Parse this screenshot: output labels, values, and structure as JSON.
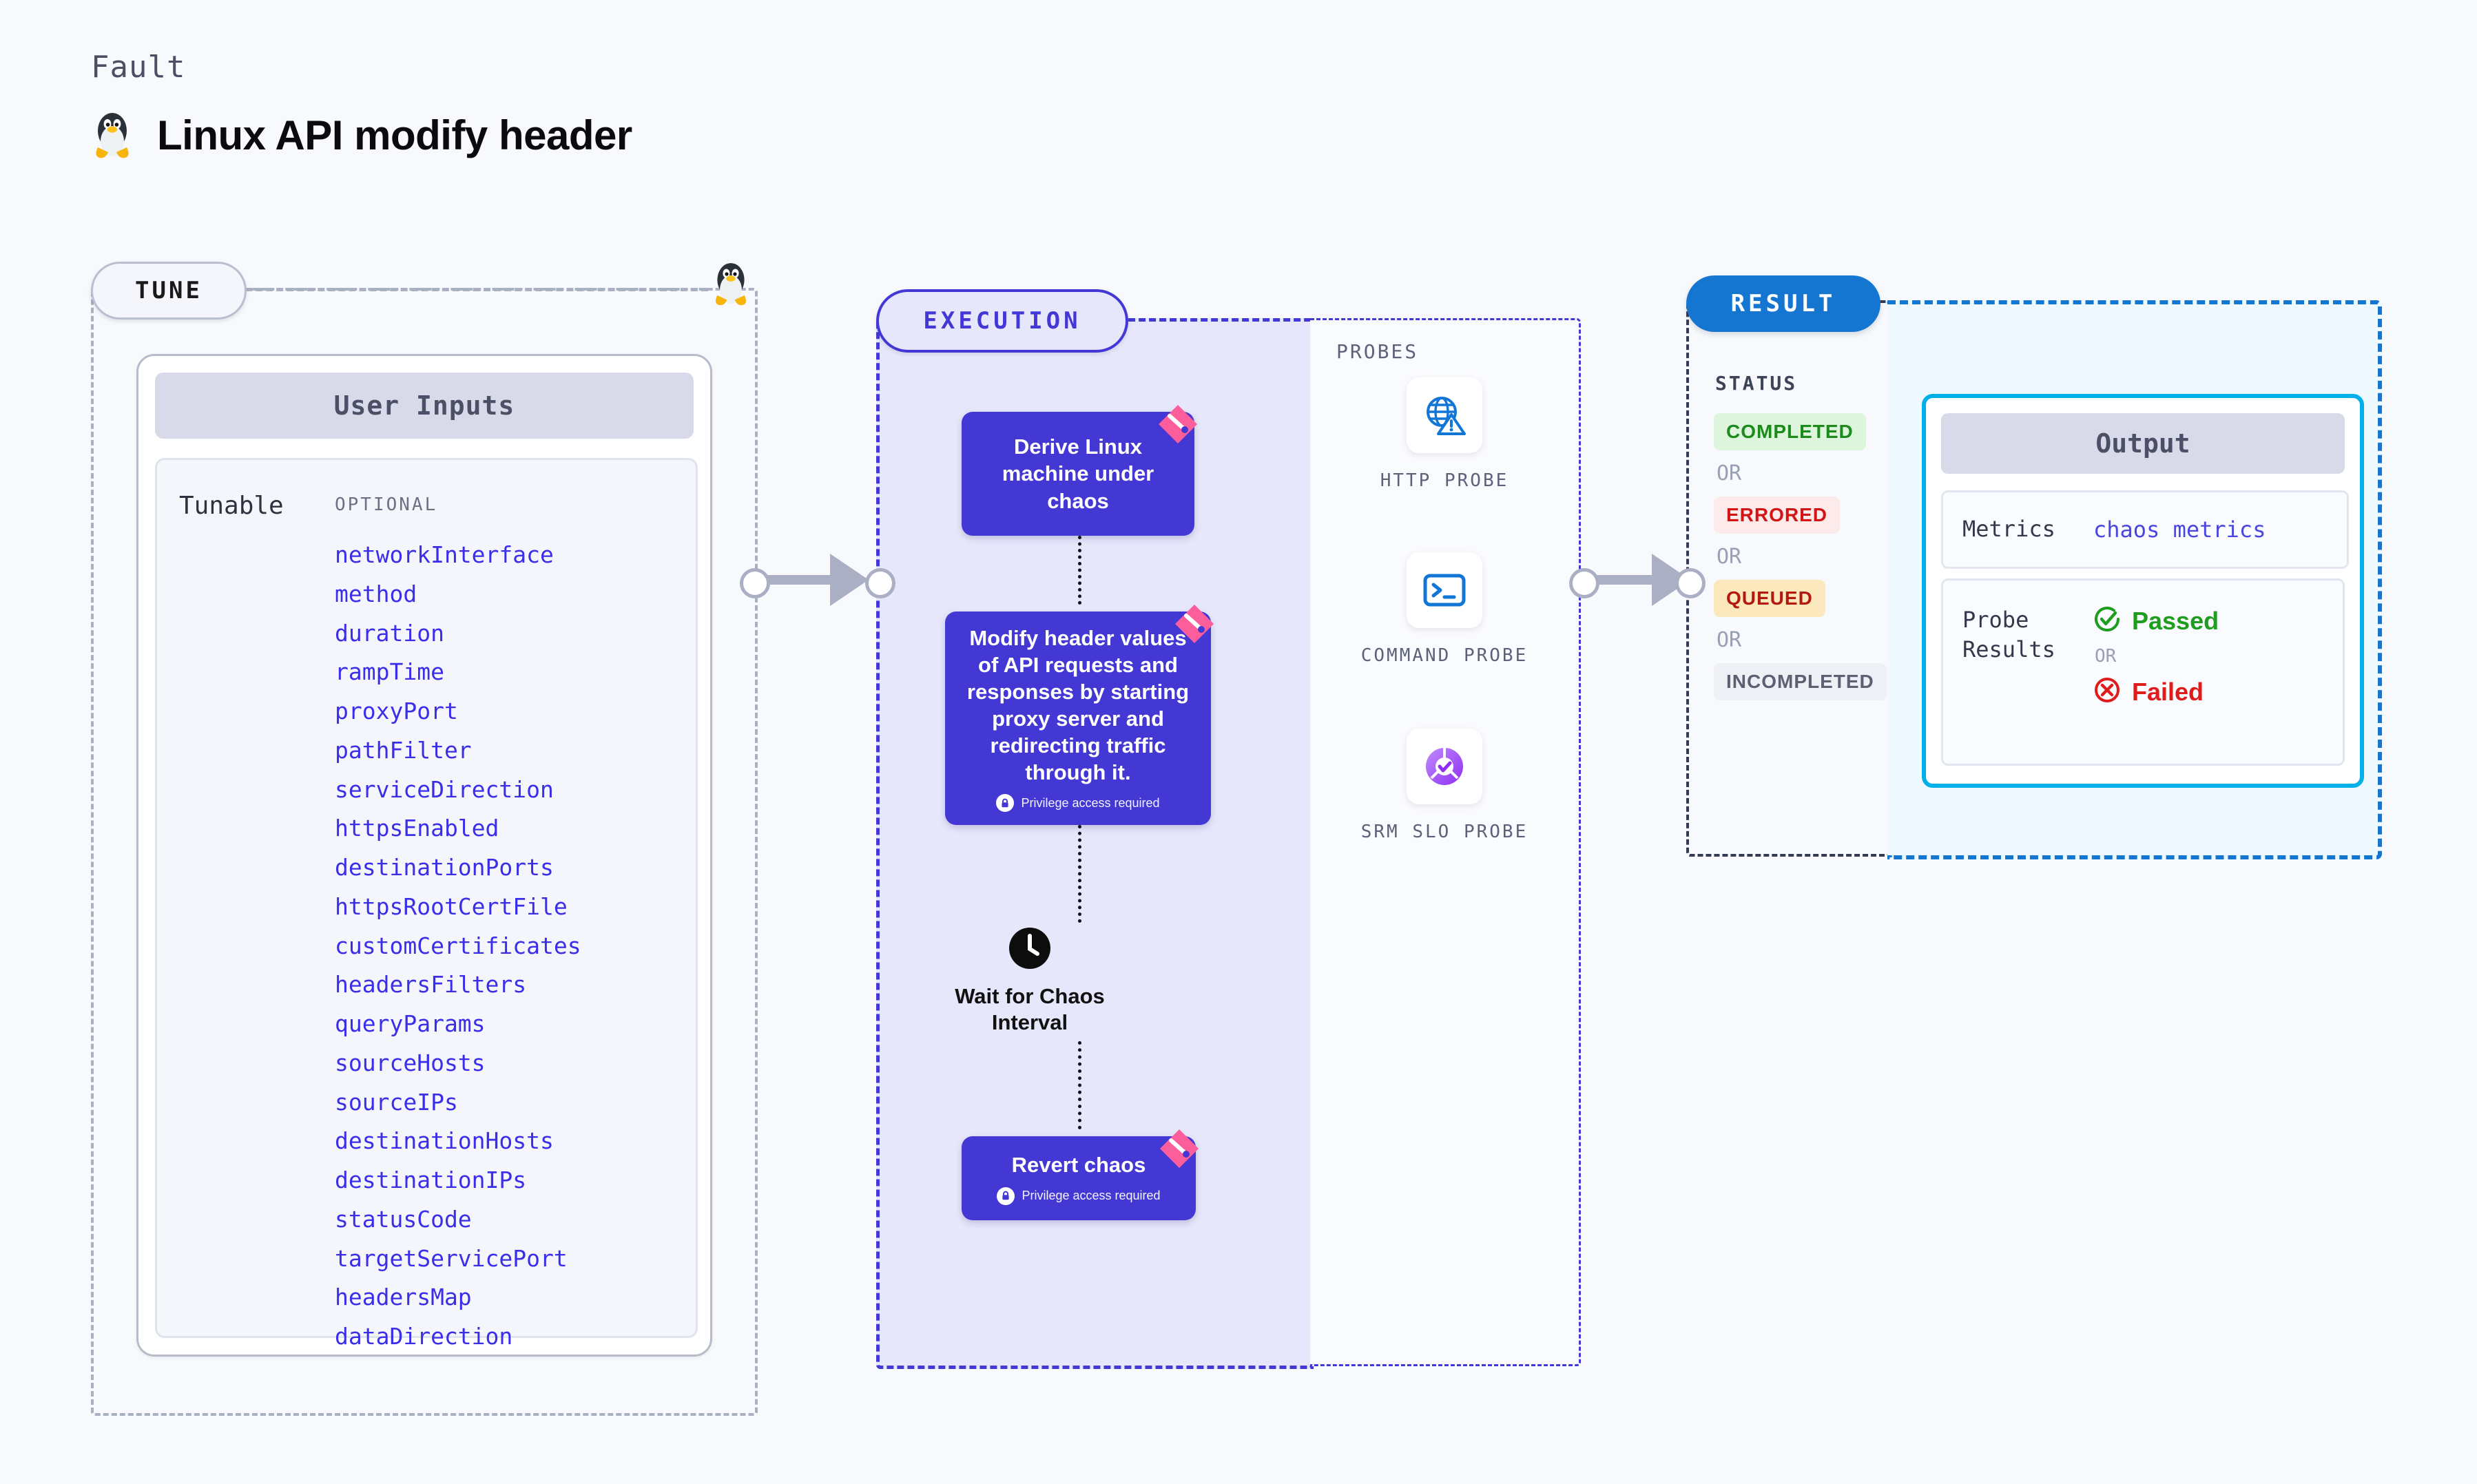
{
  "header": {
    "kicker": "Fault",
    "title": "Linux API modify header",
    "os_icon": "linux-penguin-icon"
  },
  "tune": {
    "pill_label": "TUNE",
    "card_title": "User Inputs",
    "tunable_label": "Tunable",
    "optional_label": "OPTIONAL",
    "parameters": [
      "networkInterface",
      "method",
      "duration",
      "rampTime",
      "proxyPort",
      "pathFilter",
      "serviceDirection",
      "httpsEnabled",
      "destinationPorts",
      "httpsRootCertFile",
      "customCertificates",
      "headersFilters",
      "queryParams",
      "sourceHosts",
      "sourceIPs",
      "destinationHosts",
      "destinationIPs",
      "statusCode",
      "targetServicePort",
      "headersMap",
      "dataDirection"
    ]
  },
  "execution": {
    "pill_label": "EXECUTION",
    "nodes": [
      {
        "id": "derive",
        "text": "Derive Linux machine under chaos",
        "privilege": null,
        "badge": "fault-ribbon-icon"
      },
      {
        "id": "modify",
        "text": "Modify header values of API requests and responses by starting proxy server and redirecting traffic through it.",
        "privilege": "Privilege access required",
        "badge": "fault-ribbon-icon"
      },
      {
        "id": "wait",
        "text": "Wait for Chaos Interval",
        "privilege": null,
        "badge": "clock-icon"
      },
      {
        "id": "revert",
        "text": "Revert chaos",
        "privilege": "Privilege access required",
        "badge": "fault-ribbon-icon"
      }
    ]
  },
  "probes": {
    "section_label": "PROBES",
    "items": [
      {
        "name": "HTTP PROBE",
        "icon": "globe-warning-icon"
      },
      {
        "name": "COMMAND PROBE",
        "icon": "terminal-icon"
      },
      {
        "name": "SRM SLO PROBE",
        "icon": "slo-donut-check-icon"
      }
    ]
  },
  "result": {
    "pill_label": "RESULT",
    "status_label": "STATUS",
    "or_label": "OR",
    "statuses": [
      {
        "label": "COMPLETED",
        "text_color": "#1c8b1c",
        "bg_color": "#ddf5dd"
      },
      {
        "label": "ERRORED",
        "text_color": "#d21414",
        "bg_color": "#fdeaea"
      },
      {
        "label": "QUEUED",
        "text_color": "#b3190f",
        "bg_color": "#fbe9bd"
      },
      {
        "label": "INCOMPLETED",
        "text_color": "#5b6073",
        "bg_color": "#eff0f5"
      }
    ],
    "output": {
      "title": "Output",
      "metrics_key": "Metrics",
      "metrics_value": "chaos metrics",
      "probe_key": "Probe Results",
      "passed_label": "Passed",
      "failed_label": "Failed",
      "or_label": "OR",
      "passed_color": "#1f9d1f",
      "failed_color": "#e01b1b"
    }
  },
  "colors": {
    "page_bg": "#f7f9fc",
    "node_purple": "#4438d4",
    "execution_border": "#4338d6",
    "result_blue": "#1476d1",
    "output_cyan": "#00b0e8",
    "param_blue": "#3b2ee8",
    "ribbon_pink": "#fc5d9b"
  }
}
